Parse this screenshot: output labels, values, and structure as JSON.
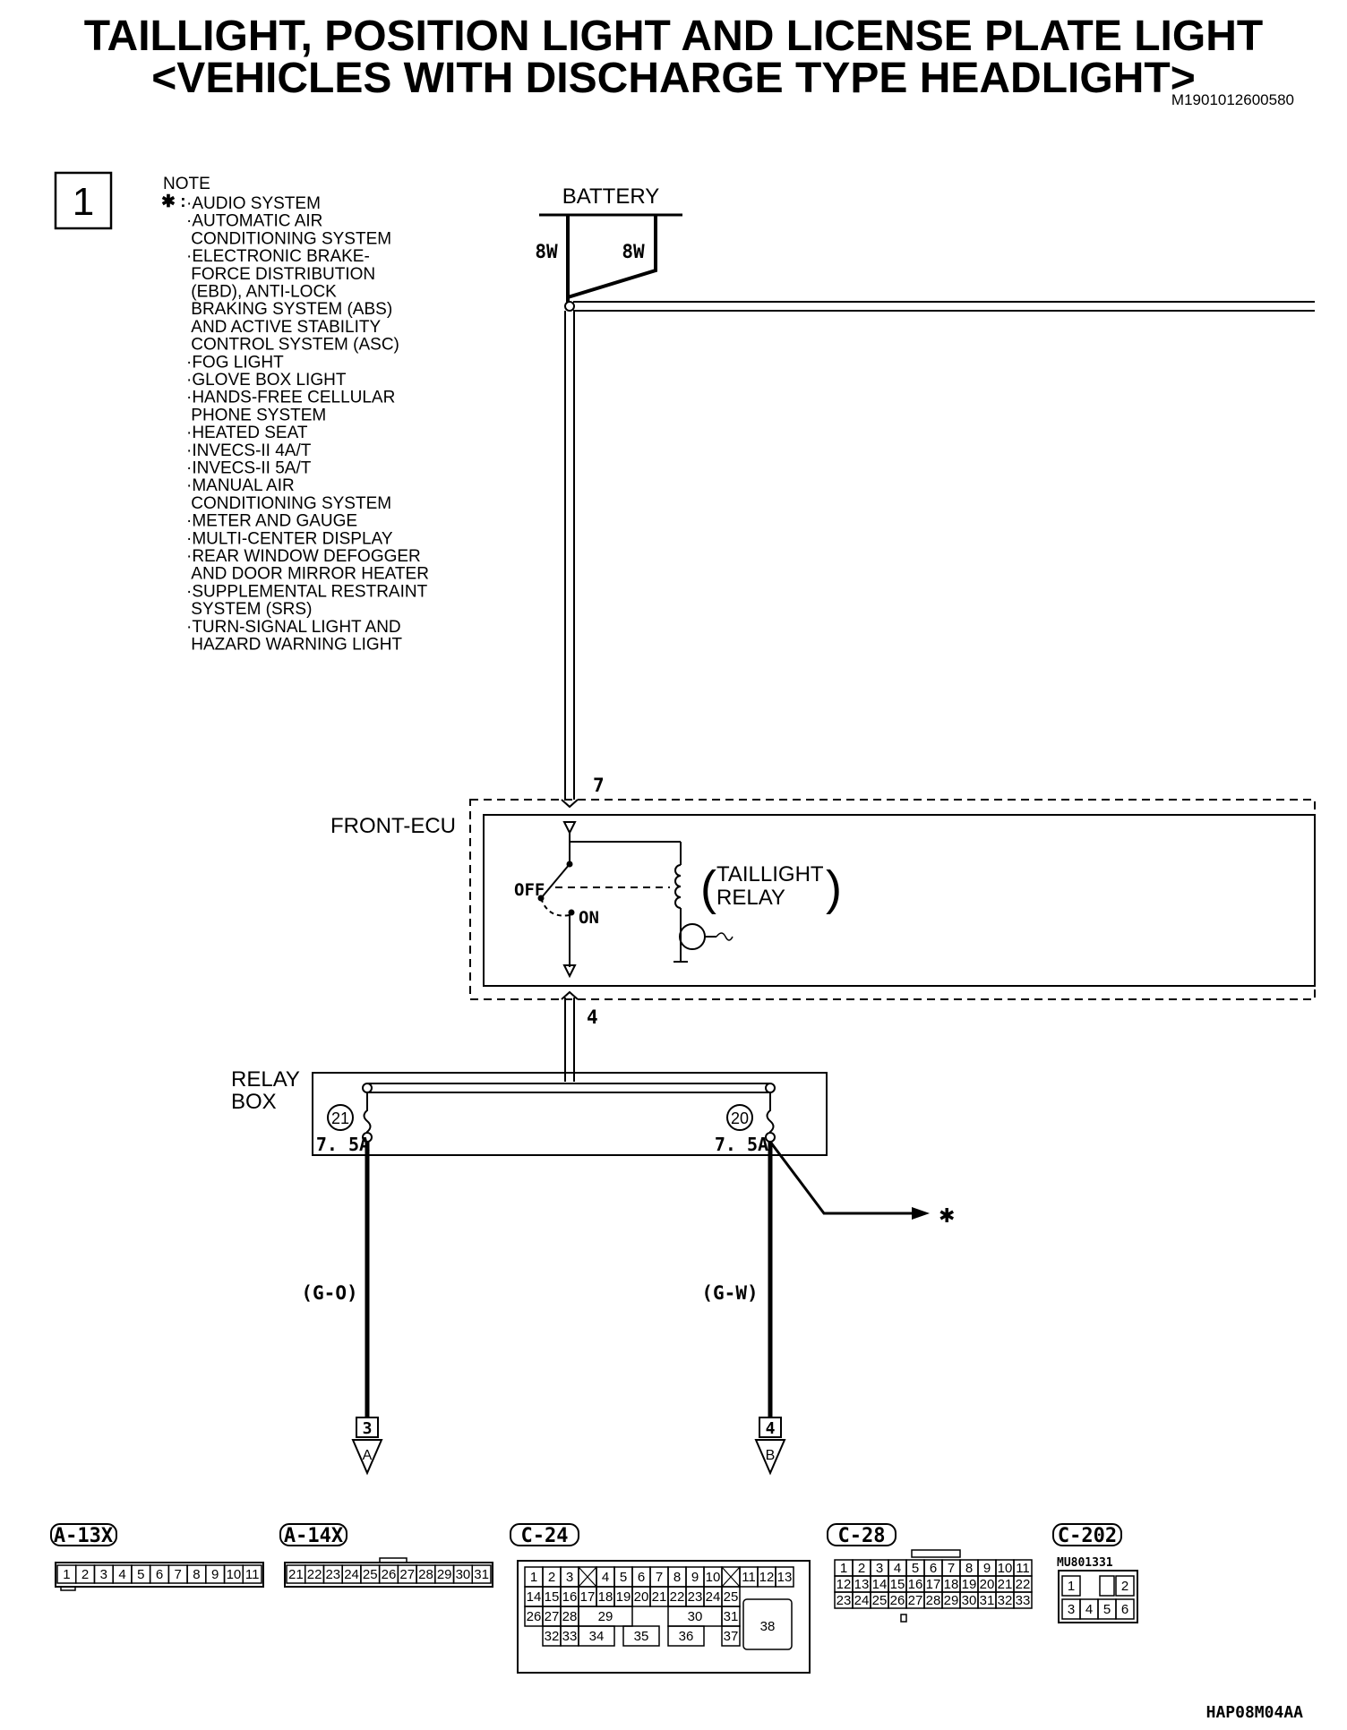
{
  "title_line1": "TAILLIGHT, POSITION LIGHT AND LICENSE PLATE LIGHT",
  "title_line2": "<VEHICLES WITH DISCHARGE TYPE HEADLIGHT>",
  "doc_id": "M1901012600580",
  "page_number": "1",
  "note": {
    "header": "NOTE",
    "marker": "✱ :",
    "items": [
      "·AUDIO SYSTEM",
      "·AUTOMATIC AIR",
      " CONDITIONING SYSTEM",
      "·ELECTRONIC BRAKE-",
      " FORCE DISTRIBUTION",
      " (EBD), ANTI-LOCK",
      " BRAKING SYSTEM (ABS)",
      " AND ACTIVE STABILITY",
      " CONTROL SYSTEM (ASC)",
      "·FOG LIGHT",
      "·GLOVE BOX LIGHT",
      "·HANDS-FREE CELLULAR",
      " PHONE SYSTEM",
      "·HEATED SEAT",
      "·INVECS-II 4A/T",
      "·INVECS-II 5A/T",
      "·MANUAL AIR",
      " CONDITIONING SYSTEM",
      "·METER AND GAUGE",
      "·MULTI-CENTER DISPLAY",
      "·REAR WINDOW DEFOGGER",
      " AND DOOR MIRROR HEATER",
      "·SUPPLEMENTAL RESTRAINT",
      " SYSTEM (SRS)",
      "·TURN-SIGNAL LIGHT AND",
      " HAZARD WARNING LIGHT"
    ]
  },
  "battery": {
    "label": "BATTERY",
    "wire_left": "8W",
    "wire_right": "8W"
  },
  "front_ecu": {
    "label": "FRONT-ECU",
    "pin_in": "7",
    "pin_out": "4",
    "switch_off": "OFF",
    "switch_on": "ON",
    "relay_label_1": "TAILLIGHT",
    "relay_label_2": "RELAY"
  },
  "relay_box": {
    "label_1": "RELAY",
    "label_2": "BOX",
    "fuse_left": {
      "number": "21",
      "rating": "7. 5A"
    },
    "fuse_right": {
      "number": "20",
      "rating": "7. 5A"
    },
    "branch_marker": "✱"
  },
  "wires": {
    "left": "(G-O)",
    "right": "(G-W)"
  },
  "terminals": [
    {
      "number": "3",
      "letter": "A"
    },
    {
      "number": "4",
      "letter": "B"
    }
  ],
  "connectors": {
    "a13x": {
      "label": "A-13X",
      "pins": [
        "1",
        "2",
        "3",
        "4",
        "5",
        "6",
        "7",
        "8",
        "9",
        "10",
        "11"
      ]
    },
    "a14x": {
      "label": "A-14X",
      "pins": [
        "21",
        "22",
        "23",
        "24",
        "25",
        "26",
        "27",
        "28",
        "29",
        "30",
        "31"
      ]
    },
    "c24": {
      "label": "C-24",
      "row1": [
        "1",
        "2",
        "3",
        "4",
        "5",
        "6",
        "7",
        "8",
        "9",
        "10",
        "11",
        "12",
        "13"
      ],
      "row2": [
        "14",
        "15",
        "16",
        "17",
        "18",
        "19",
        "20",
        "21",
        "22",
        "23",
        "24",
        "25"
      ],
      "row3": [
        "26",
        "27",
        "28",
        "29",
        "30",
        "31"
      ],
      "row4": [
        "32",
        "33",
        "34",
        "35",
        "36",
        "37"
      ],
      "big": "38"
    },
    "c28": {
      "label": "C-28",
      "row1": [
        "1",
        "2",
        "3",
        "4",
        "5",
        "6",
        "7",
        "8",
        "9",
        "10",
        "11"
      ],
      "row2": [
        "12",
        "13",
        "14",
        "15",
        "16",
        "17",
        "18",
        "19",
        "20",
        "21",
        "22"
      ],
      "row3": [
        "23",
        "24",
        "25",
        "26",
        "27",
        "28",
        "29",
        "30",
        "31",
        "32",
        "33"
      ]
    },
    "c202": {
      "label": "C-202",
      "part": "MU801331",
      "row1": [
        "1",
        "2"
      ],
      "row2": [
        "3",
        "4",
        "5",
        "6"
      ]
    }
  },
  "figure_code": "HAP08M04AA"
}
